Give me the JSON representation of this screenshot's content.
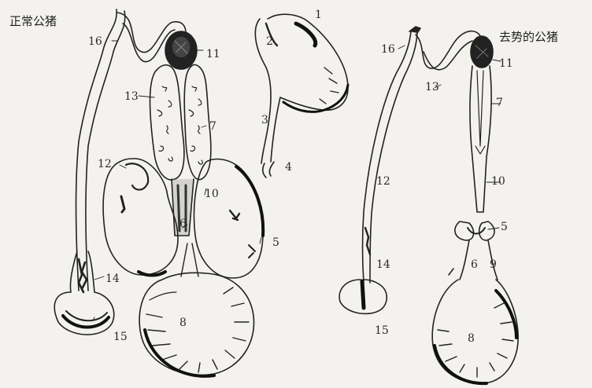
{
  "titles": {
    "left": "正常公猪",
    "right": "去势的公猪"
  },
  "left_labels": {
    "n1": "1",
    "n2": "2",
    "n3": "3",
    "n4": "4",
    "n5": "5",
    "n6": "6",
    "n7": "7",
    "n8": "8",
    "n10": "10",
    "n11": "11",
    "n12": "12",
    "n13": "13",
    "n14": "14",
    "n15": "15",
    "n16": "16"
  },
  "right_labels": {
    "n5": "5",
    "n6": "6",
    "n7": "7",
    "n8": "8",
    "n9": "9",
    "n10": "10",
    "n11": "11",
    "n12": "12",
    "n13": "13",
    "n14": "14",
    "n15": "15",
    "n16": "16"
  },
  "colors": {
    "ink": "#222222",
    "paper": "#f3f2ee"
  }
}
